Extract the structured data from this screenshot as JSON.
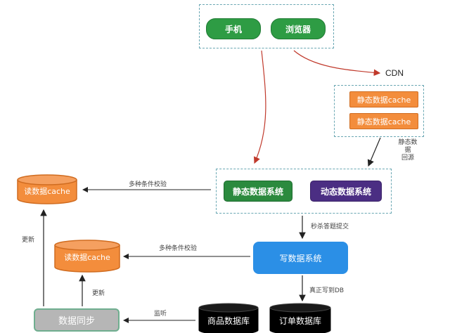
{
  "nodes": {
    "phone": "手机",
    "browser": "浏览器",
    "cdn_title": "CDN",
    "static_cache_1": "静态数据cache",
    "static_cache_2": "静态数据cache",
    "static_data_system": "静态数据系统",
    "dynamic_data_system": "动态数据系统",
    "read_cache_top": "读数据cache",
    "read_cache_mid": "读数据cache",
    "write_data_system": "写数据系统",
    "product_db": "商品数据库",
    "order_db": "订单数据库",
    "data_sync": "数据同步"
  },
  "edges": {
    "cdn_origin": "静态数据\n回源",
    "verify_top": "多种条件校验",
    "verify_mid": "多种条件校验",
    "seckill_submit": "秒杀答题提交",
    "real_write_db": "真正写到DB",
    "update_left": "更新",
    "update_mid": "更新",
    "listen": "监听"
  },
  "colors": {
    "green": "#2e9c44",
    "purple": "#4b2e83",
    "orange": "#f38d3c",
    "blue": "#2b8fe6",
    "gray": "#b6b6b6",
    "dash": "#6aa7b3",
    "red_arrow": "#c0392b"
  }
}
